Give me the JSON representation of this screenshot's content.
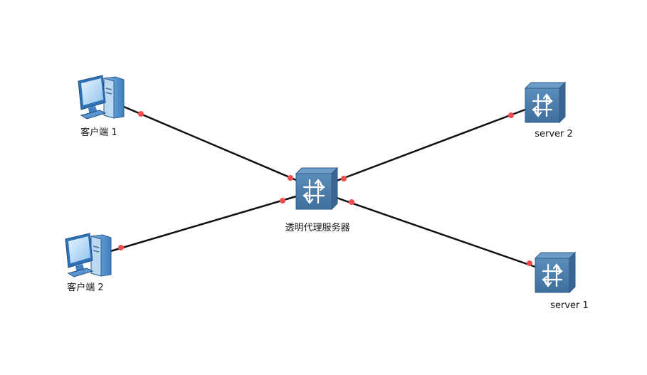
{
  "diagram": {
    "nodes": [
      {
        "id": "client1",
        "type": "pc",
        "label": "客户端 1"
      },
      {
        "id": "client2",
        "type": "pc",
        "label": "客户端 2"
      },
      {
        "id": "proxy",
        "type": "switch",
        "label": "透明代理服务器"
      },
      {
        "id": "server2",
        "type": "switch",
        "label": "server 2"
      },
      {
        "id": "server1",
        "type": "switch",
        "label": "server 1"
      }
    ],
    "links": [
      {
        "from": "client1",
        "to": "proxy"
      },
      {
        "from": "client2",
        "to": "proxy"
      },
      {
        "from": "proxy",
        "to": "server2"
      },
      {
        "from": "proxy",
        "to": "server1"
      }
    ],
    "colors": {
      "link": "#111111",
      "port": "#f04e4e",
      "device_front": "#4e7fab",
      "device_side": "#3a6590",
      "device_top": "#6d9cc6"
    }
  }
}
